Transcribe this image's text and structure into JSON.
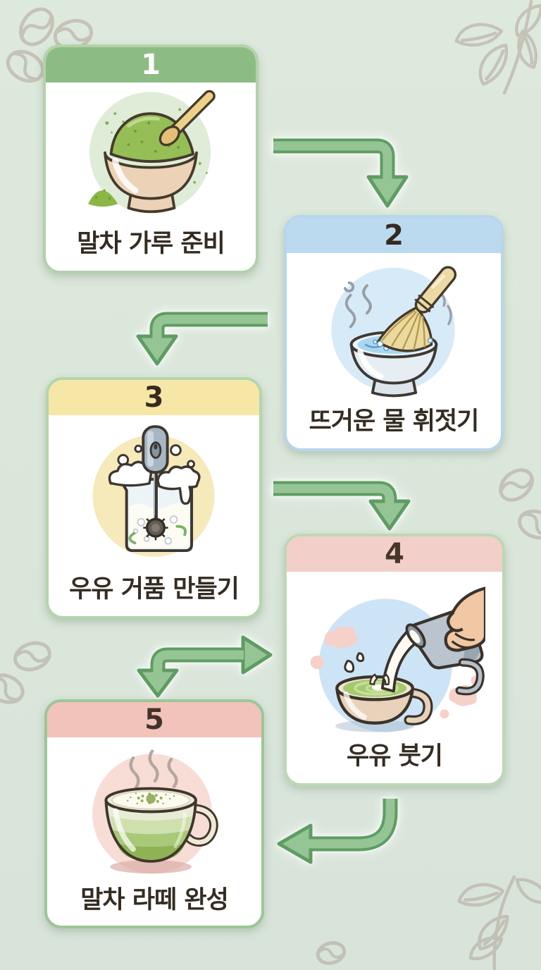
{
  "page": {
    "background_color": "#dce7db",
    "decor_color": "#b4ab9e",
    "decor_icons": [
      "coffee-bean",
      "leaf-branch"
    ]
  },
  "flow": {
    "arrow": {
      "fill_color": "#95c595",
      "outline_color": "#5f9c63"
    },
    "steps": [
      {
        "number": "1",
        "label": "말차 가루 준비",
        "illustration": "matcha-powder-bowl",
        "header_color": "#8cbb84",
        "border_color": "#b2d2aa",
        "number_color": "#ffffff"
      },
      {
        "number": "2",
        "label": "뜨거운 물 휘젓기",
        "illustration": "whisk-hot-water-bowl",
        "header_color": "#bcdaef",
        "border_color": "#b7d6ea",
        "number_color": "#35291f"
      },
      {
        "number": "3",
        "label": "우유 거품 만들기",
        "illustration": "milk-frother-pitcher",
        "header_color": "#f7e7a6",
        "border_color": "#b4d5ac",
        "number_color": "#35291f"
      },
      {
        "number": "4",
        "label": "우유 붓기",
        "illustration": "pour-milk-into-cup",
        "header_color": "#f2cfc9",
        "border_color": "#bcd8b4",
        "number_color": "#473729"
      },
      {
        "number": "5",
        "label": "말차 라떼 완성",
        "illustration": "finished-matcha-latte",
        "header_color": "#f1c3bb",
        "border_color": "#9dc695",
        "number_color": "#43332a"
      }
    ]
  }
}
